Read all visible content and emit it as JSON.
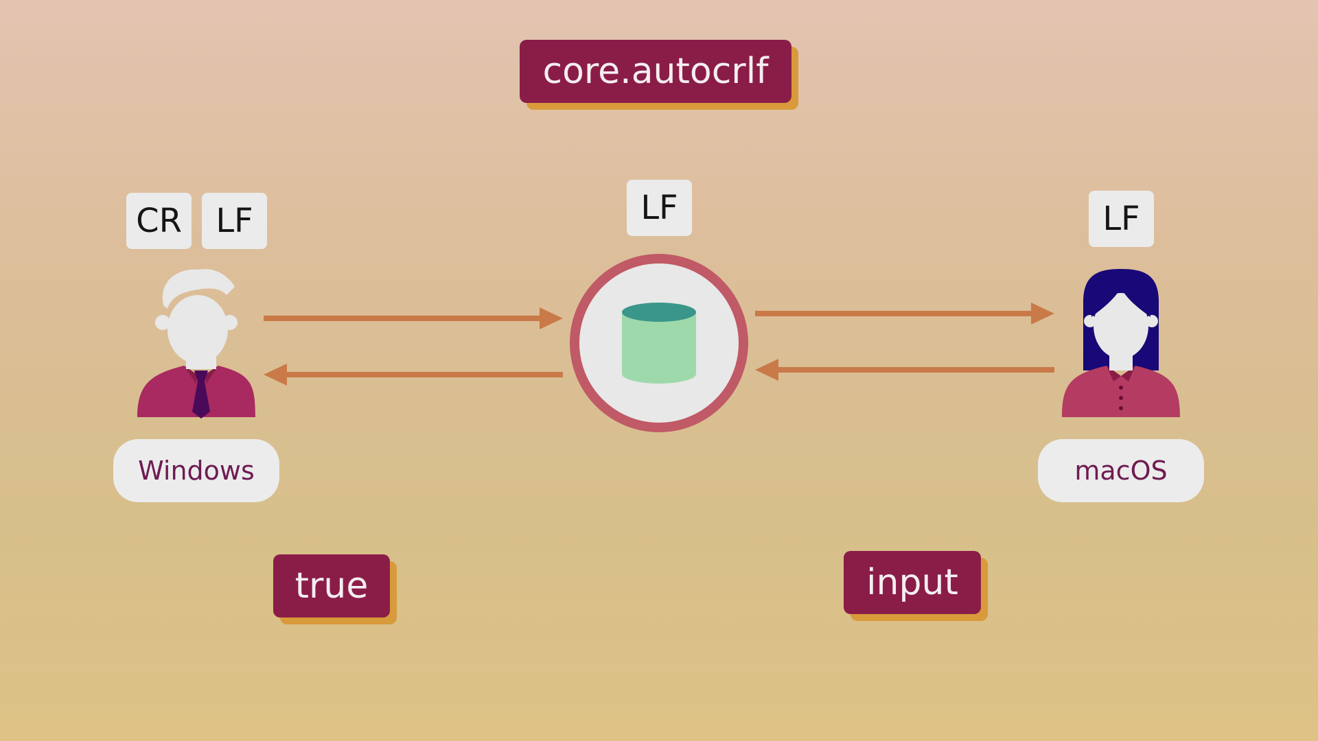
{
  "title_tag": "core.autocrlf",
  "windows": {
    "line_endings": [
      "CR",
      "LF"
    ],
    "name": "Windows",
    "setting": "true"
  },
  "repository": {
    "line_ending": "LF"
  },
  "mac": {
    "line_ending": "LF",
    "name": "macOS",
    "setting": "input"
  },
  "colors": {
    "tag_fill": "#8a1d48",
    "tag_shadow": "#d89a3a",
    "arrow": "#c97a48",
    "person_shirt": "#a82a60",
    "person_tie": "#4a0a5a",
    "woman_hair": "#180878",
    "repo_ring": "#c05a66",
    "cylinder_body": "#9ed9ab",
    "cylinder_top": "#3a968a"
  },
  "icons": [
    "man-user-icon",
    "database-icon",
    "woman-user-icon"
  ]
}
